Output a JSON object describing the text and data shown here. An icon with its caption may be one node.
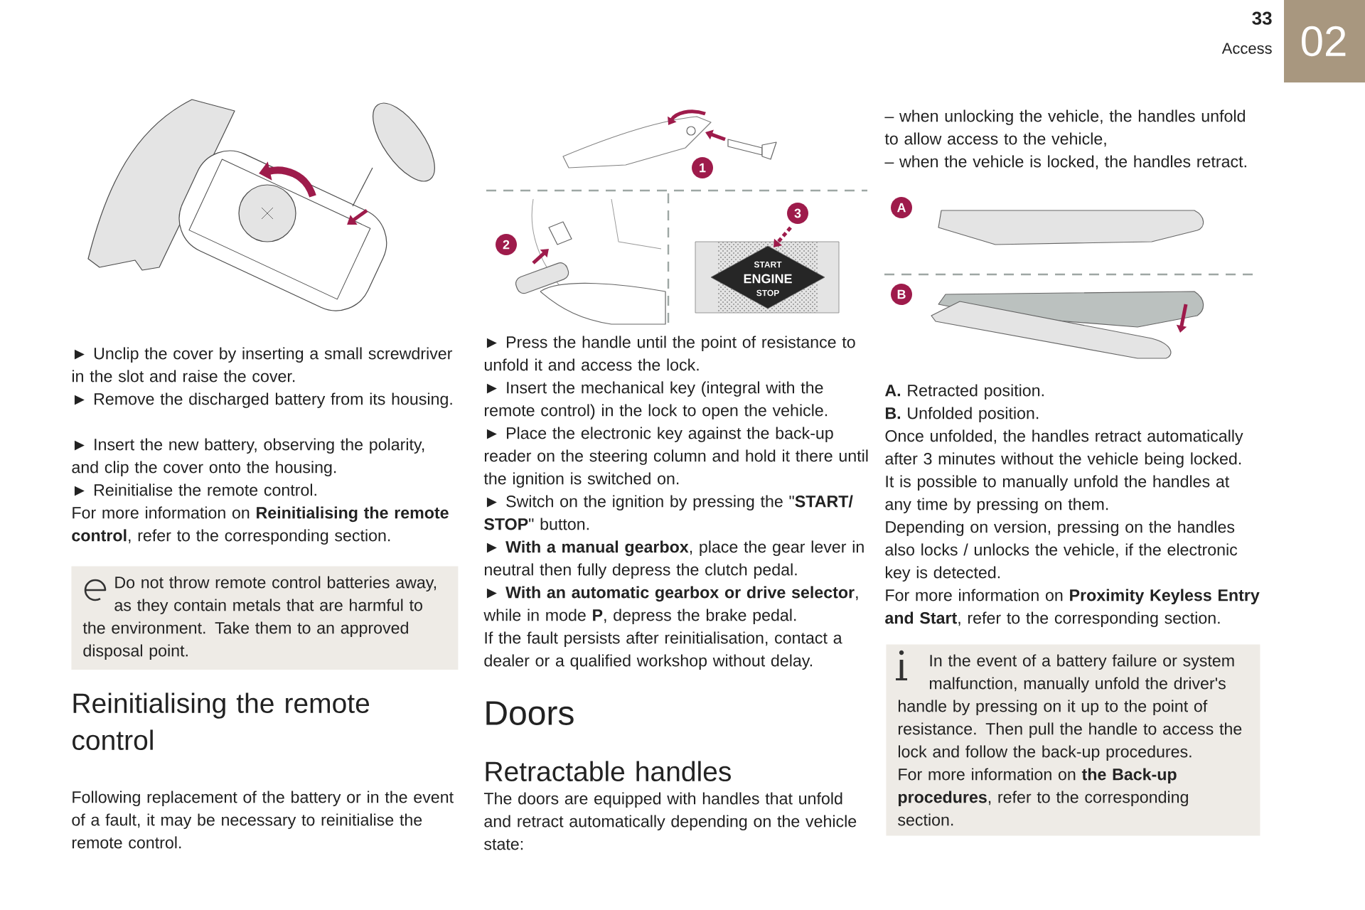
{
  "diagram": {
    "nodes": [
      {
        "text": [
          "Do not throw remote control batteries away, as they contain metals that are harmful to the environment. Take them to an approved disposal point."
        ]
      },
      {
        "text": [
          "In the event of a battery failure or system malfunction, manually unfold the driver's handle by pressing on it up to the point of resistance. Then pull the handle to access the lock and follow the back-up procedures.",
          "For more information on **the Back-up procedures**, refer to the corresponding section."
        ]
      }
    ],
    "labels": [
      "33",
      "Access",
      "02",
      "► Unclip the cover by inserting a small screwdriver in the slot and raise the cover.",
      "► Remove the discharged battery from its housing.",
      "► Insert the new battery, observing the polarity, and clip the cover onto the housing.",
      "► Reinitialise the remote control.",
      "For more information on **Reinitialising the remote control**, refer to the corresponding section.",
      "Reinitialising the remote control",
      "Following replacement of the battery or in the event of a fault, it may be necessary to reinitialise the remote control.",
      "1",
      "3",
      "2",
      "START",
      "ENGINE",
      "STOP",
      "► Press the handle until the point of resistance to unfold it and access the lock.",
      "► Insert the mechanical key (integral with the remote control) in the lock to open the vehicle.",
      "► Place the electronic key against the back-up reader on the steering column and hold it there until the ignition is switched on.",
      "► Switch on the ignition by pressing the \"**START/ STOP**\" button.",
      "► **With a manual gearbox**, place the gear lever in neutral then fully depress the clutch pedal.",
      "► **With an automatic gearbox or drive selector**, while in mode **P**, depress the brake pedal.",
      "If the fault persists after reinitialisation, contact a dealer or a qualified workshop without delay.",
      "Doors",
      "Retractable handles",
      "The doors are equipped with handles that unfold and retract automatically depending on the vehicle state:",
      "– when unlocking the vehicle, the handles unfold to allow access to the vehicle,",
      "– when the vehicle is locked, the handles retract.",
      "A",
      "B",
      "**A.** Retracted position.",
      "**B.** Unfolded position.",
      "Once unfolded, the handles retract automatically after 3 minutes without the vehicle being locked.",
      "It is possible to manually unfold the handles at any time by pressing on them.",
      "Depending on version, pressing on the handles also locks / unlocks the vehicle, if the electronic key is detected.",
      "For more information on **Proximity Keyless Entry and Start**, refer to the corresponding section."
    ]
  }
}
